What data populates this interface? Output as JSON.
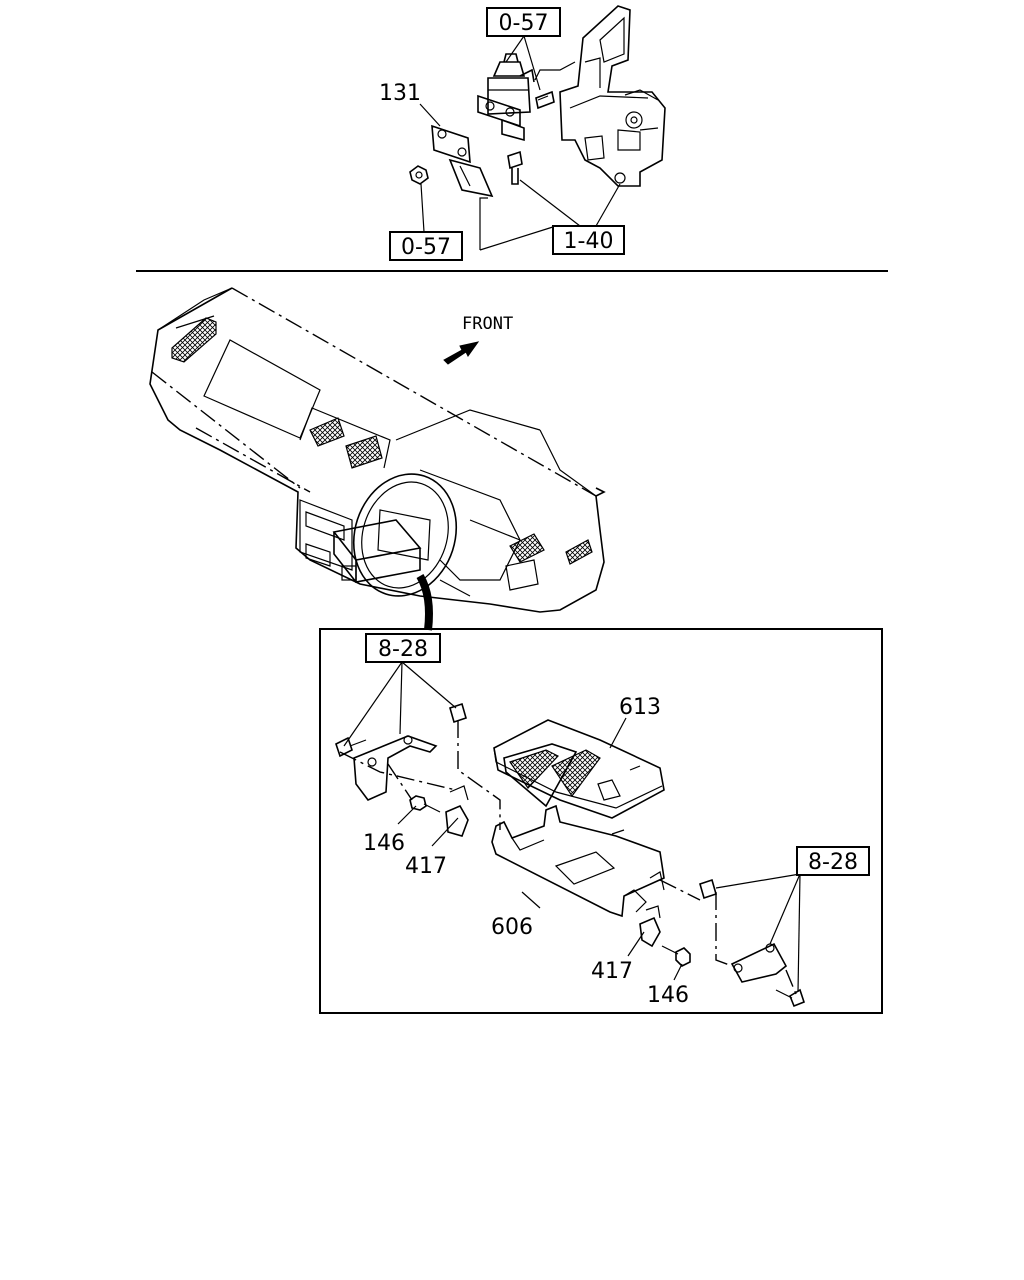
{
  "top_group": {
    "refs": [
      "0-57",
      "0-57",
      "1-40"
    ],
    "part_131": "131"
  },
  "front_label": "FRONT",
  "detail_group": {
    "refs": [
      "8-28",
      "8-28"
    ],
    "part_613": "613",
    "part_146_a": "146",
    "part_417_a": "417",
    "part_606": "606",
    "part_417_b": "417",
    "part_146_b": "146"
  },
  "icons": [
    "front-arrow-icon"
  ]
}
